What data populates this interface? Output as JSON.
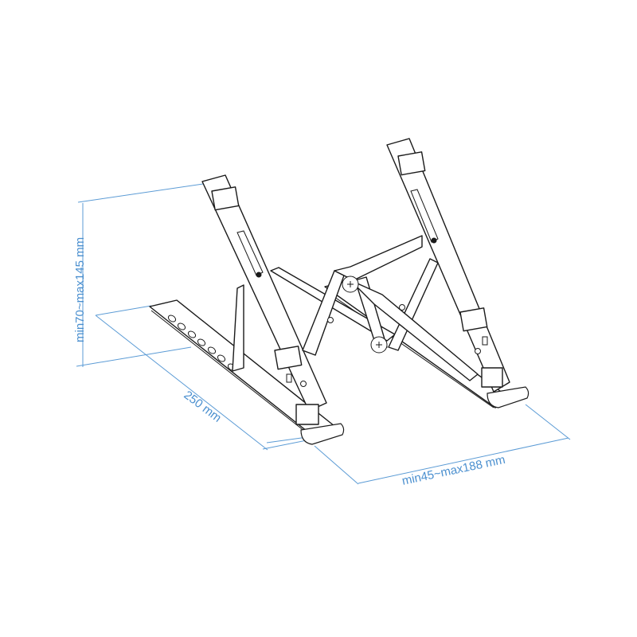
{
  "diagram": {
    "subject": "Foldable adjustable laptop stand",
    "line_color": "#1a1a1a",
    "dimension_color": "#5b9bd5",
    "label_color": "#4a8fcf",
    "dimensions": {
      "height": {
        "label": "min70~max145 mm",
        "min_mm": 70,
        "max_mm": 145
      },
      "length": {
        "label": "250 mm",
        "value_mm": 250
      },
      "width": {
        "label": "min45~max188 mm",
        "min_mm": 45,
        "max_mm": 188
      }
    },
    "parts": [
      "left-rail",
      "right-rail",
      "left-base",
      "right-base",
      "scissor-arms",
      "hinge-screws",
      "support-leg",
      "front-feet",
      "adjustment-holes"
    ]
  }
}
